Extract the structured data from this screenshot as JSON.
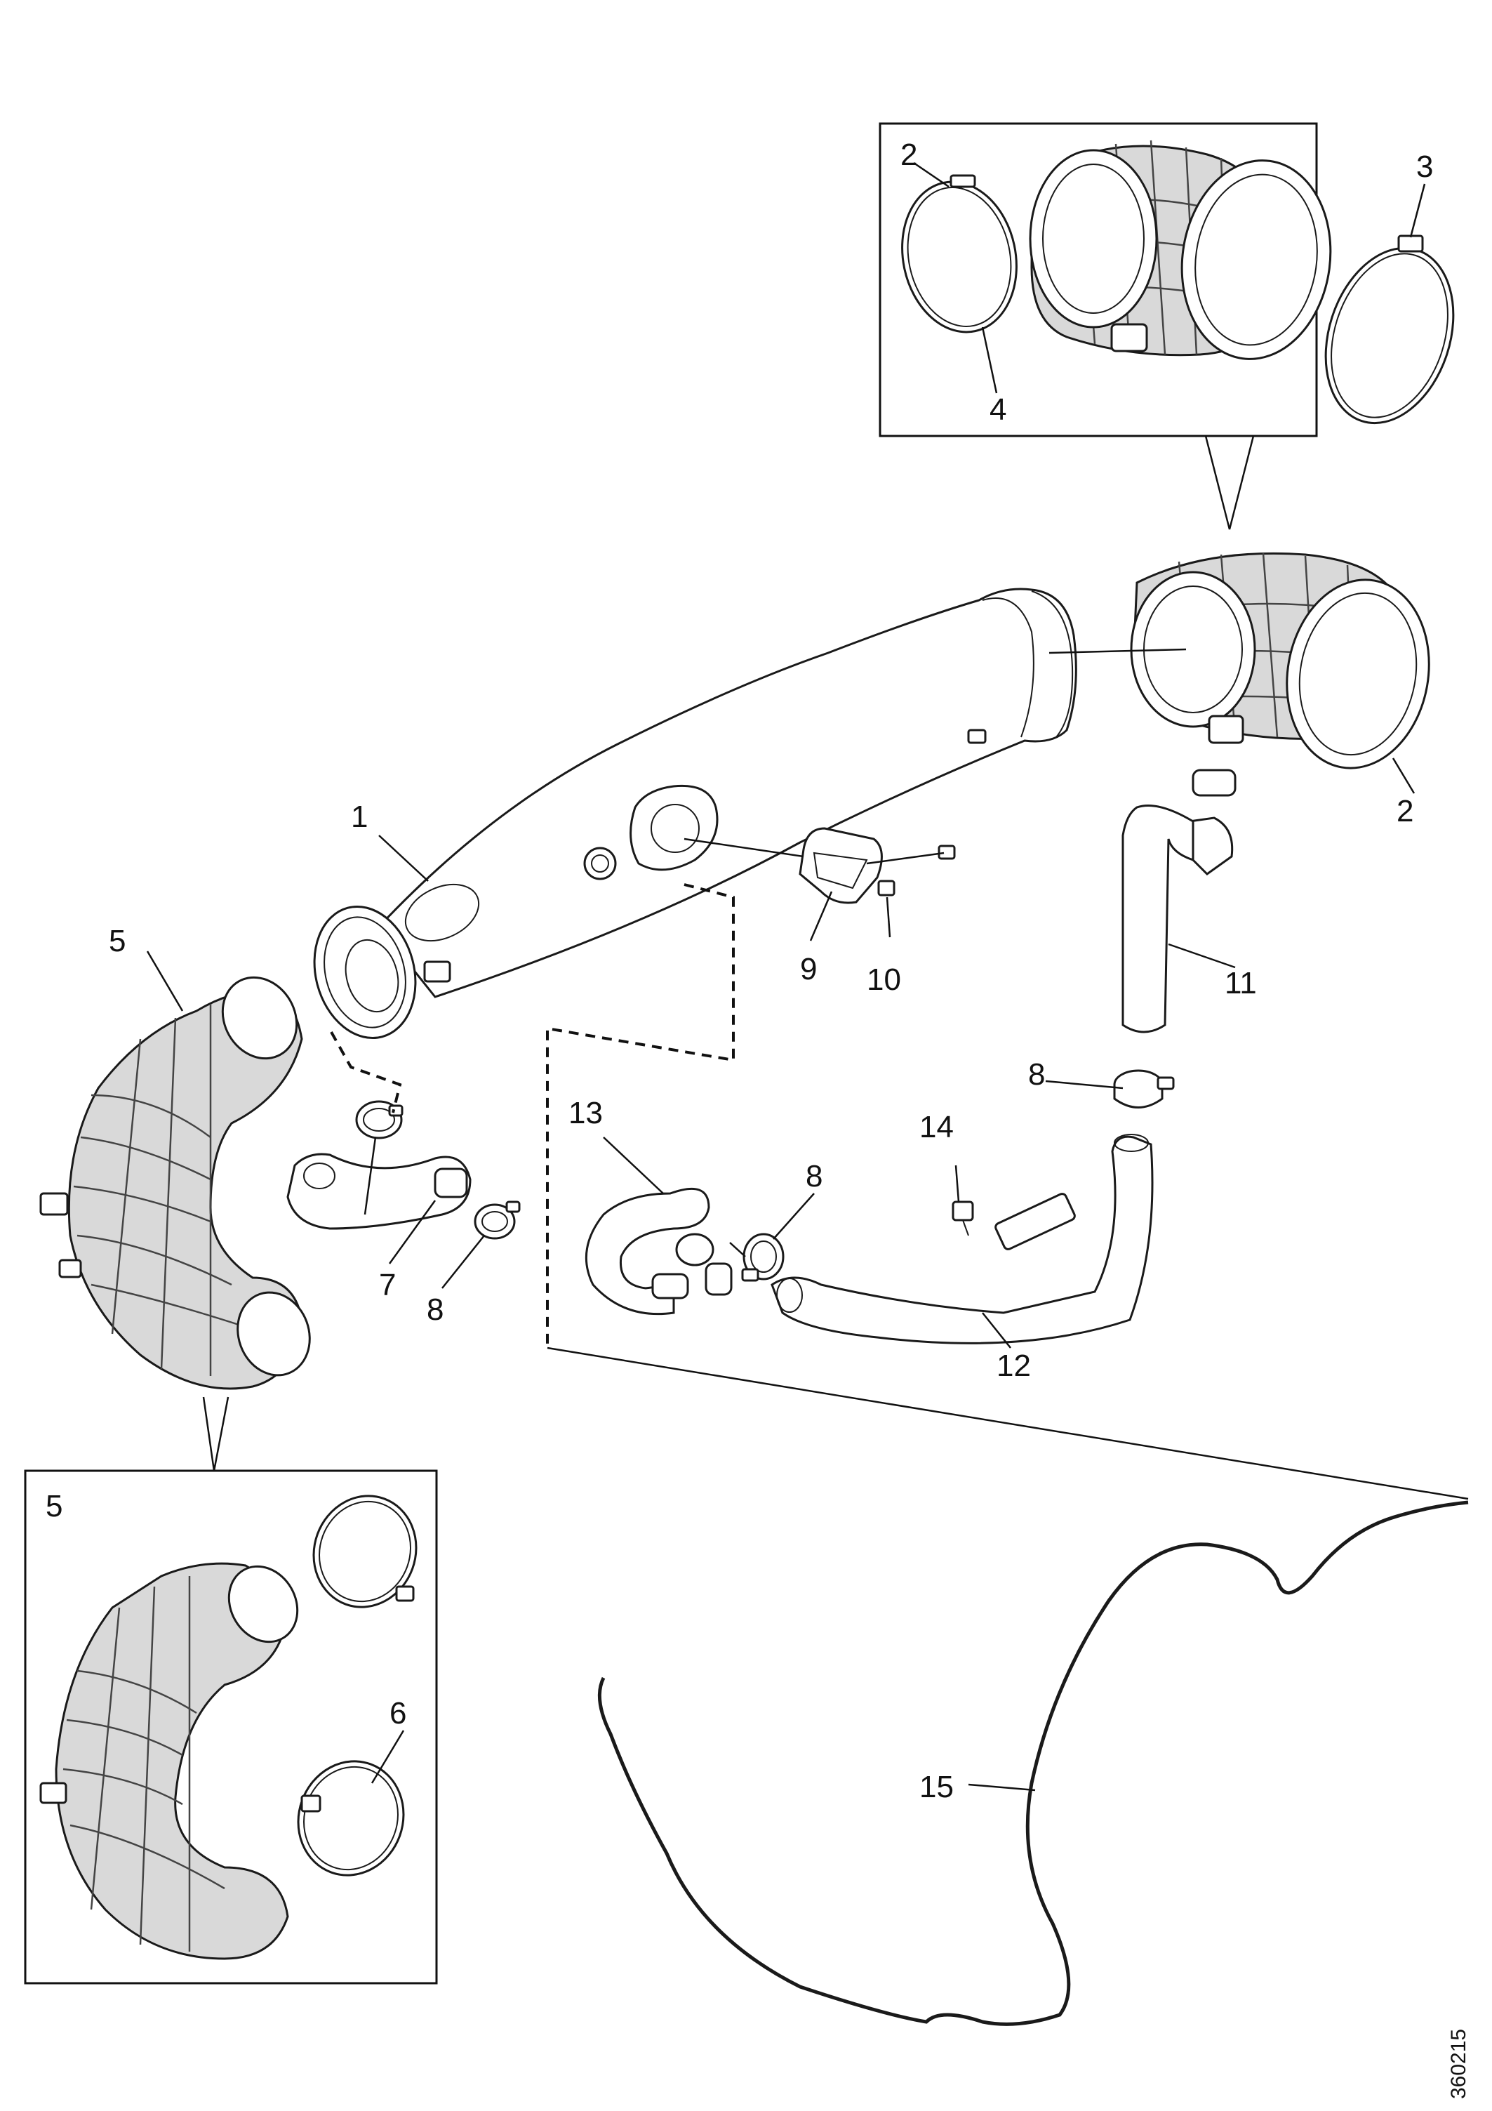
{
  "callouts": {
    "c1": "1",
    "c2_inset": "2",
    "c2_main": "2",
    "c3": "3",
    "c4": "4",
    "c5_main": "5",
    "c5_inset": "5",
    "c6": "6",
    "c7": "7",
    "c8_left": "8",
    "c8_mid": "8",
    "c8_right": "8",
    "c9": "9",
    "c10": "10",
    "c11": "11",
    "c12": "12",
    "c13": "13",
    "c14": "14",
    "c15": "15"
  },
  "document_number": "360215"
}
